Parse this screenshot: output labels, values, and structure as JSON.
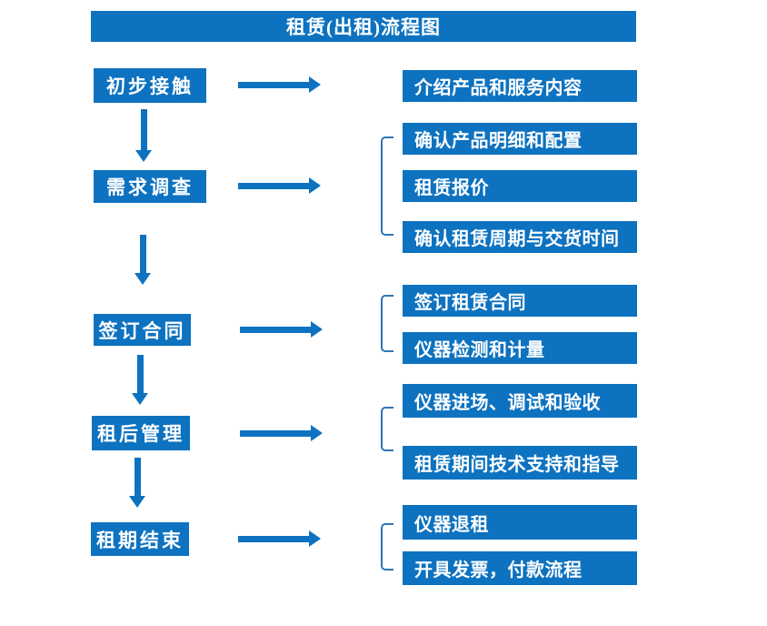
{
  "title": "租赁(出租)流程图",
  "palette": {
    "primary_blue": "#0d72c0",
    "bracket_blue": "#2e75b6",
    "text_white": "#ffffff",
    "background": "#ffffff"
  },
  "flow": {
    "steps": [
      {
        "label": "初步接触",
        "details": [
          "介绍产品和服务内容"
        ]
      },
      {
        "label": "需求调查",
        "details": [
          "确认产品明细和配置",
          "租赁报价",
          "确认租赁周期与交货时间"
        ]
      },
      {
        "label": "签订合同",
        "details": [
          "签订租赁合同",
          "仪器检测和计量"
        ]
      },
      {
        "label": "租后管理",
        "details": [
          "仪器进场、调试和验收",
          "租赁期间技术支持和指导"
        ]
      },
      {
        "label": "租期结束",
        "details": [
          "仪器退租",
          "开具发票，付款流程"
        ]
      }
    ]
  }
}
